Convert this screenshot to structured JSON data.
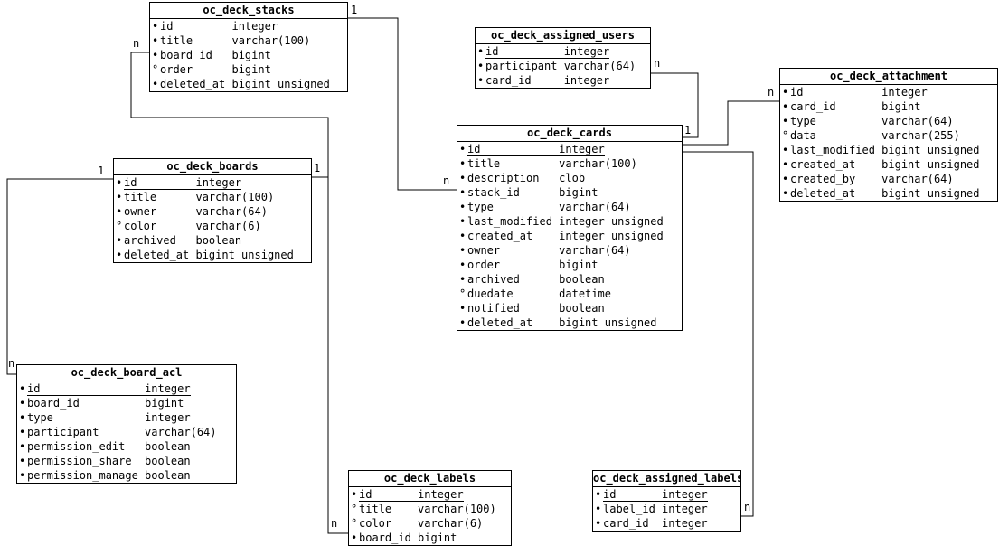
{
  "diagram": {
    "glyphs": {
      "required_bullet": "•",
      "nullable_bullet": "°"
    },
    "colors": {
      "table_bg": "#ffffff",
      "border": "#000000",
      "text": "#000000",
      "line": "#000000"
    },
    "tables": [
      {
        "id": "oc_deck_stacks",
        "title": "oc_deck_stacks",
        "columns": [
          {
            "name": "id",
            "type": "integer",
            "nullable": false,
            "pk": true
          },
          {
            "name": "title",
            "type": "varchar(100)",
            "nullable": false,
            "pk": false
          },
          {
            "name": "board_id",
            "type": "bigint",
            "nullable": false,
            "pk": false
          },
          {
            "name": "order",
            "type": "bigint",
            "nullable": true,
            "pk": false
          },
          {
            "name": "deleted_at",
            "type": "bigint unsigned",
            "nullable": false,
            "pk": false
          }
        ]
      },
      {
        "id": "oc_deck_assigned_users",
        "title": "oc_deck_assigned_users",
        "columns": [
          {
            "name": "id",
            "type": "integer",
            "nullable": false,
            "pk": true
          },
          {
            "name": "participant",
            "type": "varchar(64)",
            "nullable": false,
            "pk": false
          },
          {
            "name": "card_id",
            "type": "integer",
            "nullable": false,
            "pk": false
          }
        ]
      },
      {
        "id": "oc_deck_attachment",
        "title": "oc_deck_attachment",
        "columns": [
          {
            "name": "id",
            "type": "integer",
            "nullable": false,
            "pk": true
          },
          {
            "name": "card_id",
            "type": "bigint",
            "nullable": false,
            "pk": false
          },
          {
            "name": "type",
            "type": "varchar(64)",
            "nullable": false,
            "pk": false
          },
          {
            "name": "data",
            "type": "varchar(255)",
            "nullable": true,
            "pk": false
          },
          {
            "name": "last_modified",
            "type": "bigint unsigned",
            "nullable": false,
            "pk": false
          },
          {
            "name": "created_at",
            "type": "bigint unsigned",
            "nullable": false,
            "pk": false
          },
          {
            "name": "created_by",
            "type": "varchar(64)",
            "nullable": false,
            "pk": false
          },
          {
            "name": "deleted_at",
            "type": "bigint unsigned",
            "nullable": false,
            "pk": false
          }
        ]
      },
      {
        "id": "oc_deck_cards",
        "title": "oc_deck_cards",
        "columns": [
          {
            "name": "id",
            "type": "integer",
            "nullable": false,
            "pk": true
          },
          {
            "name": "title",
            "type": "varchar(100)",
            "nullable": false,
            "pk": false
          },
          {
            "name": "description",
            "type": "clob",
            "nullable": false,
            "pk": false
          },
          {
            "name": "stack_id",
            "type": "bigint",
            "nullable": false,
            "pk": false
          },
          {
            "name": "type",
            "type": "varchar(64)",
            "nullable": false,
            "pk": false
          },
          {
            "name": "last_modified",
            "type": "integer unsigned",
            "nullable": false,
            "pk": false
          },
          {
            "name": "created_at",
            "type": "integer unsigned",
            "nullable": false,
            "pk": false
          },
          {
            "name": "owner",
            "type": "varchar(64)",
            "nullable": false,
            "pk": false
          },
          {
            "name": "order",
            "type": "bigint",
            "nullable": false,
            "pk": false
          },
          {
            "name": "archived",
            "type": "boolean",
            "nullable": false,
            "pk": false
          },
          {
            "name": "duedate",
            "type": "datetime",
            "nullable": true,
            "pk": false
          },
          {
            "name": "notified",
            "type": "boolean",
            "nullable": false,
            "pk": false
          },
          {
            "name": "deleted_at",
            "type": "bigint unsigned",
            "nullable": false,
            "pk": false
          }
        ]
      },
      {
        "id": "oc_deck_boards",
        "title": "oc_deck_boards",
        "columns": [
          {
            "name": "id",
            "type": "integer",
            "nullable": false,
            "pk": true
          },
          {
            "name": "title",
            "type": "varchar(100)",
            "nullable": false,
            "pk": false
          },
          {
            "name": "owner",
            "type": "varchar(64)",
            "nullable": false,
            "pk": false
          },
          {
            "name": "color",
            "type": "varchar(6)",
            "nullable": true,
            "pk": false
          },
          {
            "name": "archived",
            "type": "boolean",
            "nullable": false,
            "pk": false
          },
          {
            "name": "deleted_at",
            "type": "bigint unsigned",
            "nullable": false,
            "pk": false
          }
        ]
      },
      {
        "id": "oc_deck_board_acl",
        "title": "oc_deck_board_acl",
        "columns": [
          {
            "name": "id",
            "type": "integer",
            "nullable": false,
            "pk": true
          },
          {
            "name": "board_id",
            "type": "bigint",
            "nullable": false,
            "pk": false
          },
          {
            "name": "type",
            "type": "integer",
            "nullable": false,
            "pk": false
          },
          {
            "name": "participant",
            "type": "varchar(64)",
            "nullable": false,
            "pk": false
          },
          {
            "name": "permission_edit",
            "type": "boolean",
            "nullable": false,
            "pk": false
          },
          {
            "name": "permission_share",
            "type": "boolean",
            "nullable": false,
            "pk": false
          },
          {
            "name": "permission_manage",
            "type": "boolean",
            "nullable": false,
            "pk": false
          }
        ]
      },
      {
        "id": "oc_deck_labels",
        "title": "oc_deck_labels",
        "columns": [
          {
            "name": "id",
            "type": "integer",
            "nullable": false,
            "pk": true
          },
          {
            "name": "title",
            "type": "varchar(100)",
            "nullable": true,
            "pk": false
          },
          {
            "name": "color",
            "type": "varchar(6)",
            "nullable": true,
            "pk": false
          },
          {
            "name": "board_id",
            "type": "bigint",
            "nullable": false,
            "pk": false
          }
        ]
      },
      {
        "id": "oc_deck_assigned_labels",
        "title": "oc_deck_assigned_labels",
        "columns": [
          {
            "name": "id",
            "type": "integer",
            "nullable": false,
            "pk": true
          },
          {
            "name": "label_id",
            "type": "integer",
            "nullable": false,
            "pk": false
          },
          {
            "name": "card_id",
            "type": "integer",
            "nullable": false,
            "pk": false
          }
        ]
      }
    ],
    "connections": [
      {
        "id": "stacks-cards",
        "from_table": "oc_deck_stacks",
        "to_table": "oc_deck_cards",
        "from_card": "1",
        "to_card": "n"
      },
      {
        "id": "boards-stacks",
        "from_table": "oc_deck_boards",
        "to_table": "oc_deck_stacks",
        "from_card": "1",
        "to_card": "n"
      },
      {
        "id": "boards-labels",
        "from_table": "oc_deck_boards",
        "to_table": "oc_deck_labels",
        "from_card": "1",
        "to_card": "n"
      },
      {
        "id": "boards-board_acl",
        "from_table": "oc_deck_boards",
        "to_table": "oc_deck_board_acl",
        "from_card": "1",
        "to_card": "n"
      },
      {
        "id": "cards-assigned_users",
        "from_table": "oc_deck_cards",
        "to_table": "oc_deck_assigned_users",
        "from_card": "1",
        "to_card": "n"
      },
      {
        "id": "cards-attachment",
        "from_table": "oc_deck_cards",
        "to_table": "oc_deck_attachment",
        "from_card": "1",
        "to_card": "n"
      },
      {
        "id": "cards-assigned_labels",
        "from_table": "oc_deck_cards",
        "to_table": "oc_deck_assigned_labels",
        "from_card": "1",
        "to_card": "n"
      }
    ]
  }
}
